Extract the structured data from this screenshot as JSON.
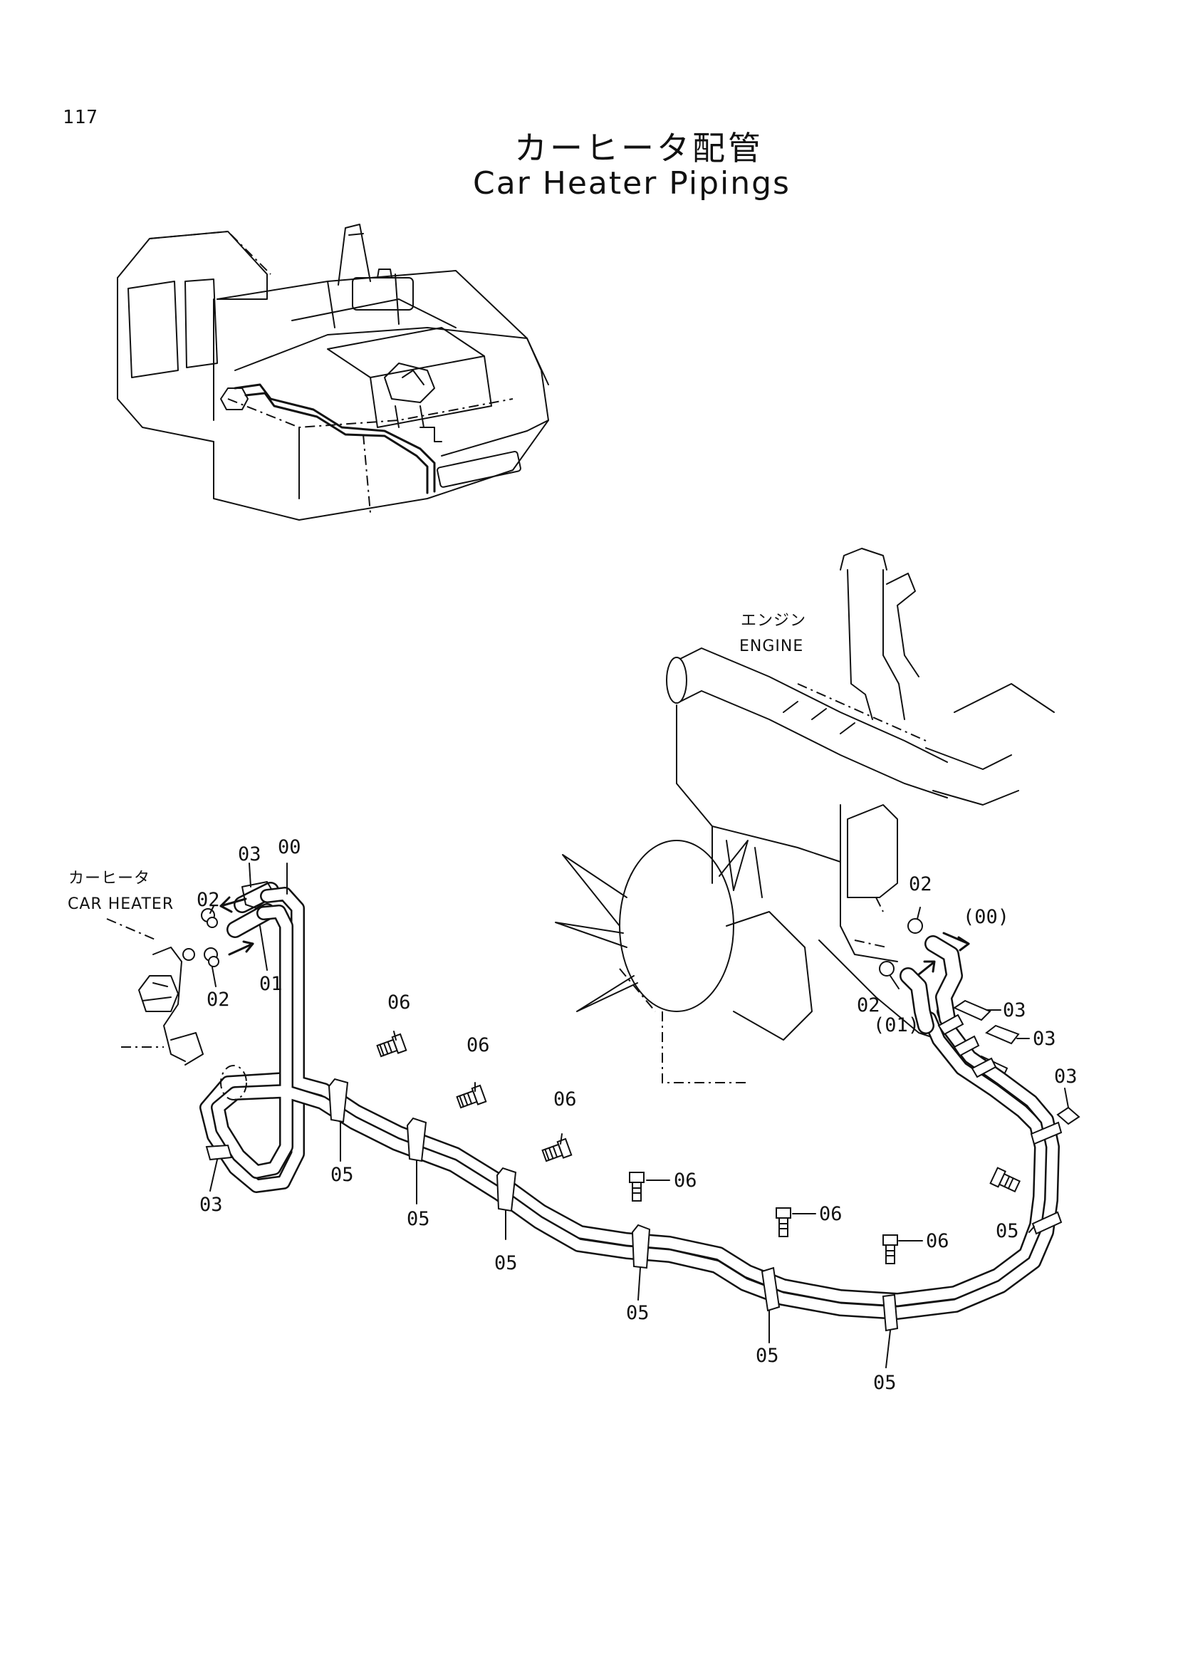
{
  "page": {
    "number": "117"
  },
  "title": {
    "japanese": "カーヒータ配管",
    "english": "Car Heater Pipings"
  },
  "labels": {
    "engine_jp": "エンジン",
    "engine_en": "ENGINE",
    "car_heater_jp": "カーヒータ",
    "car_heater_en": "CAR HEATER"
  },
  "callouts": {
    "heater_03": "03",
    "heater_00": "00",
    "heater_02_top": "02",
    "heater_02_bottom": "02",
    "heater_01": "01",
    "loop_03": "03",
    "clamp_05_a": "05",
    "clamp_05_b": "05",
    "clamp_05_c": "05",
    "clamp_05_d": "05",
    "clamp_05_e": "05",
    "clamp_05_f": "05",
    "clamp_05_g": "05",
    "bolt_06_a": "06",
    "bolt_06_b": "06",
    "bolt_06_c": "06",
    "bolt_06_d": "06",
    "bolt_06_e": "06",
    "bolt_06_f": "06",
    "engine_02_top": "02",
    "engine_00": "(00)",
    "engine_02_bottom": "02",
    "engine_01": "(01)",
    "engine_03_a": "03",
    "engine_03_b": "03",
    "engine_03_c": "03"
  }
}
